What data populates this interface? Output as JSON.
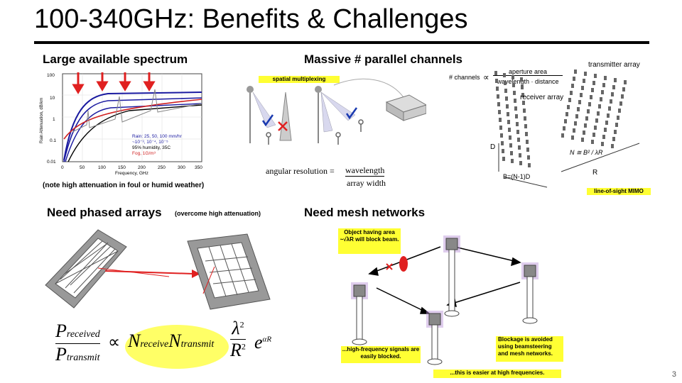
{
  "slide": {
    "title": "100-340GHz: Benefits & Challenges",
    "page_number": "3"
  },
  "panel_spectrum": {
    "heading": "Large available spectrum",
    "note": "(note high attenuation in foul or humid weather)",
    "y_axis_label": "Rain Attenuation, dB/km",
    "x_axis_label": "Frequency, GHz",
    "y_ticks": [
      "100",
      "10",
      "1",
      "0.1",
      "0.01"
    ],
    "x_ticks": [
      "0",
      "50",
      "100",
      "150",
      "200",
      "250",
      "300",
      "350"
    ],
    "legend": [
      "Rain: 25, 50, 100 mm/hr",
      "~10⁻³, 10⁻⁴, 10⁻⁵",
      "95% humidity, 35C",
      "Fog, 1G/m³"
    ],
    "colors": {
      "rain": "#1a1aa0",
      "humidity": "#d02020",
      "fog": "#888888",
      "arrows": "#e02020"
    }
  },
  "panel_channels": {
    "heading": "Massive # parallel channels",
    "badge": "spatial multiplexing",
    "channels_label": "# channels",
    "channels_num": "aperture area",
    "channels_den": "wavelength · distance",
    "transmitter": "transmitter array",
    "receiver": "receiver array",
    "d_label": "D",
    "n_formula": "N ≅ B² / λR",
    "r_label": "R",
    "b_label": "B=(N-1)D",
    "los_badge": "line-of-sight MIMO",
    "angular_label": "angular resolution =",
    "angular_num": "wavelength",
    "angular_den": "array width"
  },
  "panel_phased": {
    "heading": "Need phased arrays",
    "heading_note": "(overcome high attenuation)",
    "p_received": "P",
    "p_received_sub": "received",
    "p_transmit": "P",
    "p_transmit_sub": "transmit",
    "propto": "∝",
    "n_receive": "N",
    "n_receive_sub": "receive",
    "n_transmit": "N",
    "n_transmit_sub": "transmit",
    "lambda_sq": "λ",
    "r_sq": "R",
    "exp": "e",
    "exp_sup": "αR",
    "sq": "2"
  },
  "panel_mesh": {
    "heading": "Need mesh networks",
    "note_object": "Object having area ~√λR will block beam.",
    "note_hf": "...high-frequency signals are easily blocked.",
    "note_blockage": "Blockage is avoided using beamsteering and mesh networks.",
    "note_easier": "...this is easier at high frequencies."
  }
}
